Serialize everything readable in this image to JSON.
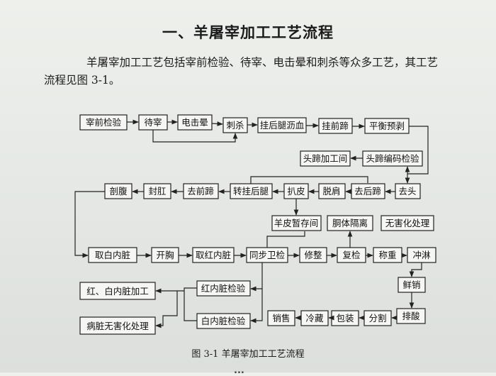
{
  "section_title": "一、羊屠宰加工工艺流程",
  "paragraph_line1": "羊屠宰加工工艺包括宰前检验、待宰、电击晕和刺杀等众多工艺，其工艺",
  "paragraph_line2": "流程见图 3-1。",
  "figure_caption": "图 3-1    羊屠宰加工工艺流程",
  "bottom_fragment": "...",
  "flow": {
    "b1": "宰前检验",
    "b2": "待宰",
    "b3": "电击晕",
    "b4": "刺杀",
    "b5": "挂后腿沥血",
    "b6": "挂前蹄",
    "b7": "平衡预剥",
    "b8": "头蹄加工间",
    "b9": "头蹄编码检验",
    "b10": "剖腹",
    "b11": "封肛",
    "b12": "去前蹄",
    "b13": "转挂后腿",
    "b14": "扒皮",
    "b15": "脱肩",
    "b16": "去后蹄",
    "b17": "去头",
    "b18": "羊皮暂存间",
    "b19": "胴体隔离",
    "b20": "无害化处理",
    "b21": "取白内脏",
    "b22": "开胸",
    "b23": "取红内脏",
    "b24": "同步卫检",
    "b25": "修整",
    "b26": "复检",
    "b27": "称重",
    "b28": "冲淋",
    "b29": "鲜销",
    "b30": "排酸",
    "b31": "红、白内脏加工",
    "b32": "病脏无害化处理",
    "b33": "红内脏检验",
    "b34": "白内脏检验",
    "b35": "销售",
    "b36": "冷藏",
    "b37": "包装",
    "b38": "分割"
  }
}
